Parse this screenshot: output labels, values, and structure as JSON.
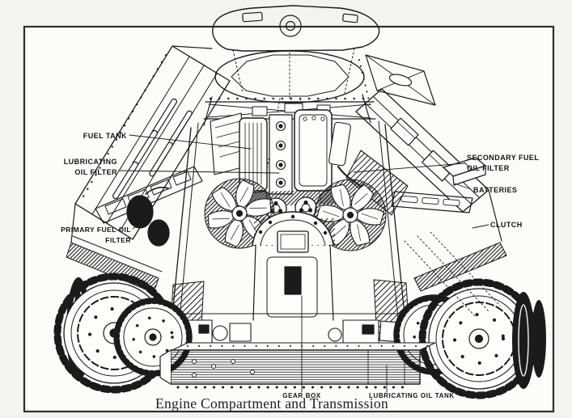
{
  "page": {
    "paper_color": "#f4f3ef",
    "frame_fill": "#fcfcf9",
    "ink_color": "#1b1b1b",
    "frame_color": "#2e2e2e"
  },
  "figure": {
    "caption": "Engine Compartment and Transmission"
  },
  "labels": {
    "fuel_tank": "FUEL TANK",
    "lubricating_oil_filter": "LUBRICATING\nOIL FILTER",
    "primary_fuel_oil_filter": "PRIMARY FUEL OIL FILTER",
    "secondary_fuel_oil_filter": "SECONDARY FUEL\nOIL FILTER",
    "batteries": "BATTERIES",
    "clutch": "CLUTCH",
    "gear_box": "GEAR BOX",
    "lubricating_oil_tank": "LUBRICATING OIL TANK"
  }
}
